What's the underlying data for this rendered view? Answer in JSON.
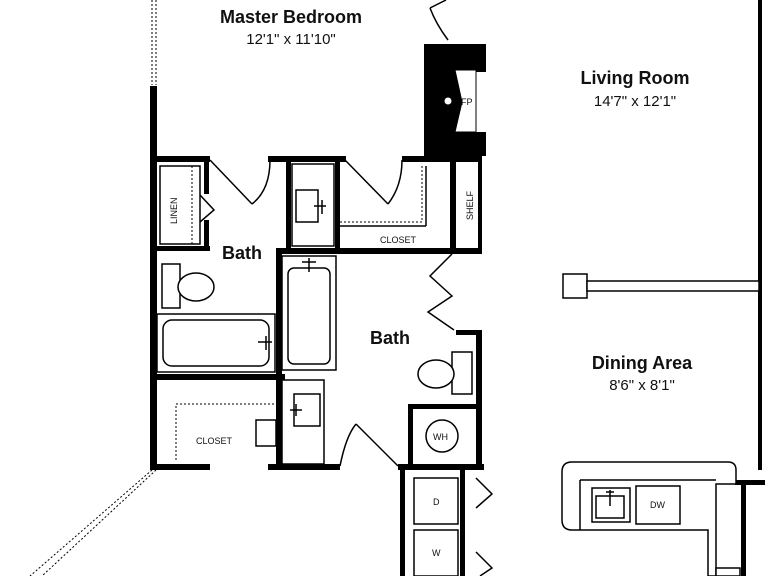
{
  "rooms": {
    "master_bedroom": {
      "name": "Master Bedroom",
      "dims": "12'1\" x 11'10\""
    },
    "living_room": {
      "name": "Living Room",
      "dims": "14'7\" x 12'1\""
    },
    "dining_area": {
      "name": "Dining Area",
      "dims": "8'6\" x 8'1\""
    },
    "bath_left": {
      "name": "Bath"
    },
    "bath_center": {
      "name": "Bath"
    }
  },
  "labels": {
    "linen": "LINEN",
    "closet_top": "CLOSET",
    "closet_bottom": "CLOSET",
    "shelf": "SHELF",
    "fireplace": "FP",
    "water_heater": "WH",
    "dryer": "D",
    "washer": "W",
    "dishwasher": "DW"
  }
}
